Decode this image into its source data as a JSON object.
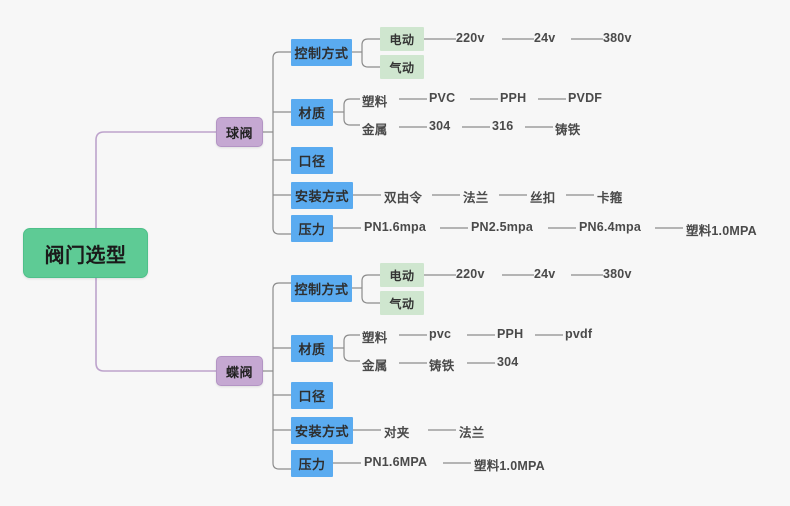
{
  "diagram": {
    "type": "mindmap",
    "background": "#f7f7f7",
    "colors": {
      "root": "#5ecb95",
      "branch": "#c5a8d2",
      "topic": "#5aabf0",
      "leafbox": "#cfe6cf",
      "link_root": "#bda3cc",
      "link": "#9a9a9a",
      "text": "#4a4a4a"
    },
    "root": {
      "label": "阀门选型"
    },
    "branches": [
      {
        "label": "球阀",
        "topics": [
          {
            "label": "控制方式",
            "boxed_children": [
              {
                "label": "电动",
                "chain": [
                  "220v",
                  "24v",
                  "380v"
                ]
              },
              {
                "label": "气动",
                "chain": []
              }
            ]
          },
          {
            "label": "材质",
            "rows": [
              {
                "label": "塑料",
                "chain": [
                  "PVC",
                  "PPH",
                  "PVDF"
                ]
              },
              {
                "label": "金属",
                "chain": [
                  "304",
                  "316",
                  "铸铁"
                ]
              }
            ]
          },
          {
            "label": "口径",
            "chain": []
          },
          {
            "label": "安装方式",
            "chain": [
              "双由令",
              "法兰",
              "丝扣",
              "卡箍"
            ]
          },
          {
            "label": "压力",
            "chain": [
              "PN1.6mpa",
              "PN2.5mpa",
              "PN6.4mpa",
              "塑料1.0MPA"
            ]
          }
        ]
      },
      {
        "label": "蝶阀",
        "topics": [
          {
            "label": "控制方式",
            "boxed_children": [
              {
                "label": "电动",
                "chain": [
                  "220v",
                  "24v",
                  "380v"
                ]
              },
              {
                "label": "气动",
                "chain": []
              }
            ]
          },
          {
            "label": "材质",
            "rows": [
              {
                "label": "塑料",
                "chain": [
                  "pvc",
                  "PPH",
                  "pvdf"
                ]
              },
              {
                "label": "金属",
                "chain": [
                  "铸铁",
                  "304"
                ]
              }
            ]
          },
          {
            "label": "口径",
            "chain": []
          },
          {
            "label": "安装方式",
            "chain": [
              "对夹",
              "法兰"
            ]
          },
          {
            "label": "压力",
            "chain": [
              "PN1.6MPA",
              "塑料1.0MPA"
            ]
          }
        ]
      }
    ]
  }
}
